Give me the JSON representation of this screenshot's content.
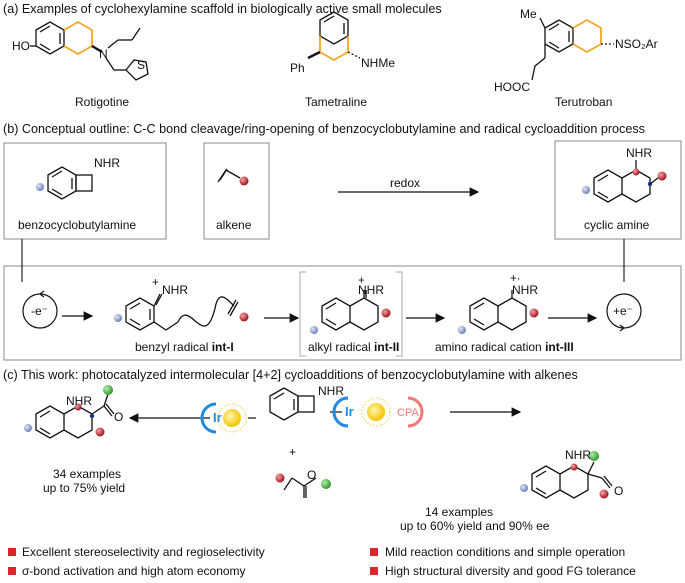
{
  "section_a": {
    "header": "(a) Examples of cyclohexylamine scaffold in biologically active small molecules",
    "molecules": [
      {
        "name": "Rotigotine",
        "labels": [
          "HO",
          "N",
          "S"
        ]
      },
      {
        "name": "Tametraline",
        "labels": [
          "Ph",
          "NHMe"
        ]
      },
      {
        "name": "Terutroban",
        "labels": [
          "Me",
          "NSO₂Ar",
          "HOOC"
        ]
      }
    ]
  },
  "section_b": {
    "header": "(b) Conceptual outline: C-C bond cleavage/ring-opening of benzocyclobutylamine and radical cycloaddition process",
    "box_labels": {
      "benzocyclobutylamine": "benzocyclobutylamine",
      "alkene": "alkene",
      "cyclic_amine": "cyclic amine",
      "nhr": "NHR"
    },
    "arrow_label": "redox",
    "cycle_left": "-e⁻",
    "cycle_right": "+e⁻",
    "intermediates": [
      {
        "prefix": "benzyl radical ",
        "bold": "int-I"
      },
      {
        "prefix": "alkyl radical ",
        "bold": "int-II"
      },
      {
        "prefix": "amino radical cation ",
        "bold": "int-III"
      }
    ],
    "misc": {
      "plus": "+",
      "radcat": "+·",
      "nhr_a": "NHR",
      "nhr_b": "NHR",
      "nhr_c": "NHR"
    }
  },
  "section_c": {
    "header": "(c) This work: photocatalyzed intermolecular [4+2] cycloadditions of benzocyclobutylamine with alkenes",
    "left_result": {
      "line1": "34 examples",
      "line2": "up to 75% yield"
    },
    "right_result": {
      "line1": "14 examples",
      "line2": "up to 60% yield and 90% ee"
    },
    "catalyst": "Ir",
    "cpa": "CPA",
    "plus": "+",
    "nhr": "NHR",
    "bullets_left": [
      "Excellent stereoselectivity and regioselectivity",
      "σ-bond activation and high atom economy"
    ],
    "bullets_right": [
      "Mild reaction conditions and simple operation",
      "High structural diversity and good FG tolerance"
    ],
    "oxy": "O"
  },
  "colors": {
    "blue_ball": "#7f93c9",
    "red_ball": "#b5222b",
    "green_ball": "#3aa838",
    "orange": "#f5a623",
    "ir_blue": "#1f8be0",
    "cpa_red": "#f07878",
    "bullet": "#d9262b"
  }
}
